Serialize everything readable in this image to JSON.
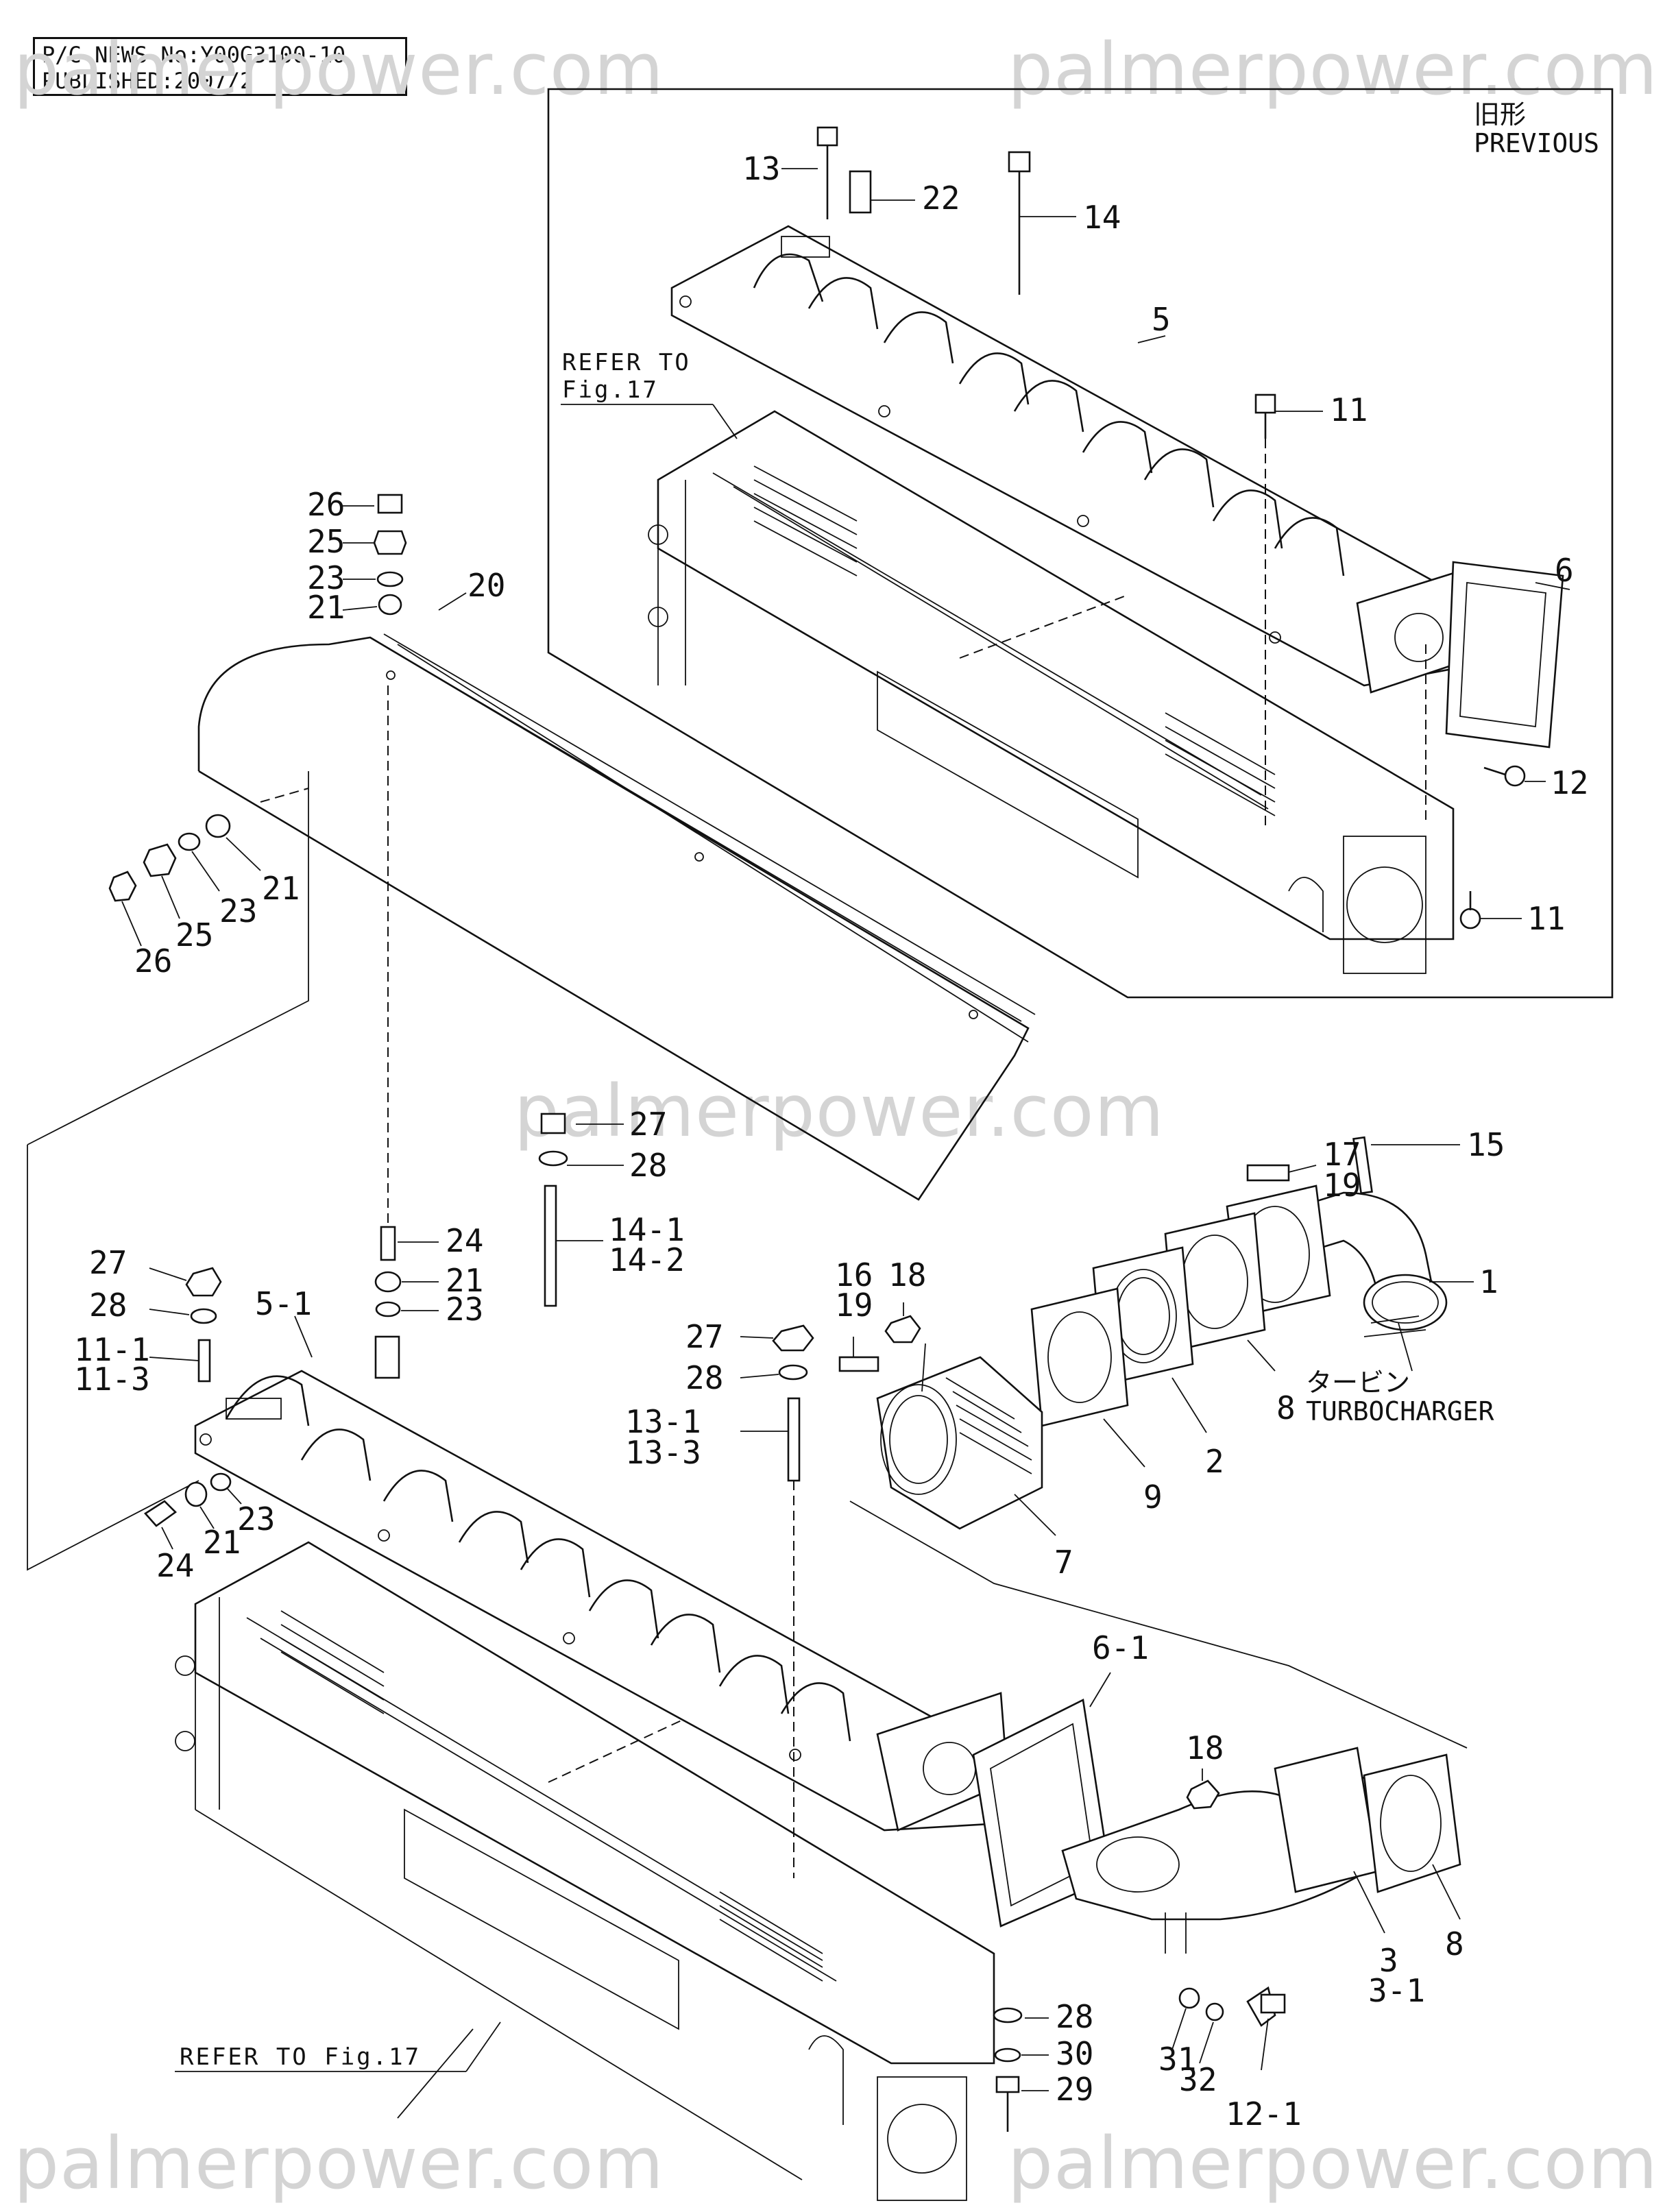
{
  "header": {
    "news_line": "P/C NEWS No:Y00G3100-10",
    "published_line": "PUBLISHED:2007/2"
  },
  "watermark": {
    "text": "palmerpower.com"
  },
  "inset": {
    "title_jp": "旧形",
    "title_en": "PREVIOUS",
    "refer_line1": "REFER TO",
    "refer_line2": "Fig.17"
  },
  "main": {
    "refer_note": "REFER TO Fig.17",
    "turbo_jp": "タービン",
    "turbo_en": "TURBOCHARGER"
  },
  "callouts": {
    "inset": [
      "13",
      "22",
      "14",
      "5",
      "11",
      "6",
      "12",
      "11"
    ],
    "left": [
      "26",
      "25",
      "23",
      "21",
      "20",
      "21",
      "23",
      "25",
      "26"
    ],
    "studs": [
      "27",
      "28",
      "14-1",
      "14-2",
      "24",
      "21",
      "23",
      "27",
      "28",
      "11-1",
      "11-3",
      "5-1",
      "24",
      "21",
      "23"
    ],
    "pipe": [
      "17",
      "19",
      "15",
      "1",
      "16",
      "19",
      "18",
      "27",
      "28",
      "13-1",
      "13-3",
      "8",
      "2",
      "9",
      "7"
    ],
    "lower": [
      "6-1",
      "18",
      "8",
      "3",
      "3-1",
      "28",
      "30",
      "29",
      "31",
      "32",
      "12-1"
    ]
  },
  "colors": {
    "line": "#111111",
    "watermark": "#d4d4d4",
    "background": "#ffffff"
  }
}
